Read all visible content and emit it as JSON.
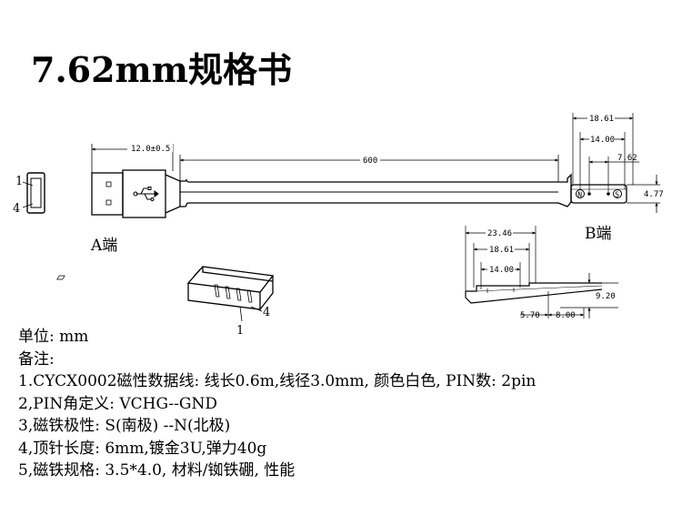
{
  "title": "7.62mm规格书",
  "drawing": {
    "a_end": {
      "label": "A端",
      "pin_top": "1",
      "pin_bottom": "4",
      "iso_pin_4": "4",
      "iso_pin_1": "1",
      "dims": {
        "plug_length": "12.0±0.5",
        "cable_length": "600"
      }
    },
    "b_end": {
      "label": "B端",
      "pin_n": "N",
      "pin_s": "S",
      "dims": {
        "overall_width": "18.61",
        "pin_span": "14.00",
        "pitch": "7.62",
        "height": "4.77",
        "bottom_overall": "23.46",
        "bottom_width": "18.61",
        "bottom_pin_span": "14.00",
        "side_height": "9.20",
        "side_a": "5.70",
        "side_b": "8.00"
      }
    }
  },
  "notes": [
    "单位: mm",
    "备注:",
    "1.CYCX0002磁性数据线: 线长0.6m,线径3.0mm, 颜色白色, PIN数: 2pin",
    "2,PIN角定义: VCHG--GND",
    "3,磁铁极性: S(南极) --N(北极)",
    "4,顶针长度: 6mm,镀金3U,弹力40g",
    "5,磁铁规格: 3.5*4.0, 材料/铷铁硼, 性能"
  ]
}
